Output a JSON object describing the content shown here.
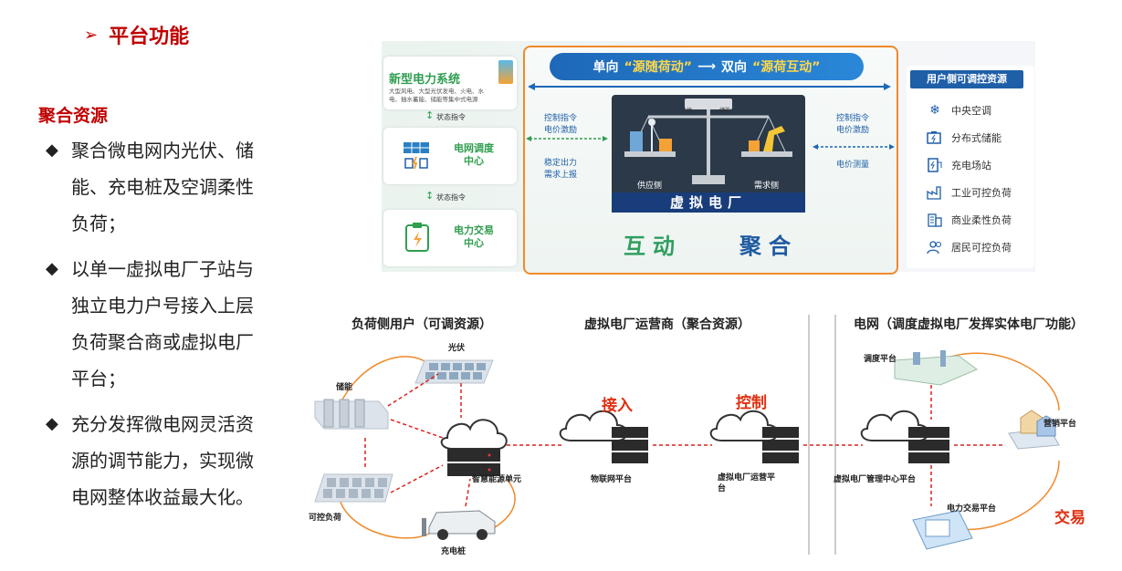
{
  "heading": {
    "arrow": "➢",
    "title": "平台功能"
  },
  "left": {
    "section_title": "聚合资源",
    "bullets": [
      {
        "marker": "◆",
        "lines": [
          "聚合微电网内光伏、储",
          "能、充电桩及空调柔性",
          "负荷；"
        ]
      },
      {
        "marker": "◆",
        "lines": [
          "以单一虚拟电厂子站与",
          "独立电力户号接入上层",
          "负荷聚合商或虚拟电厂",
          "平台；"
        ]
      },
      {
        "marker": "◆",
        "lines": [
          "充分发挥微电网灵活资",
          "源的调节能力，实现微",
          "电网整体收益最大化。"
        ]
      }
    ]
  },
  "top_figure": {
    "banner": {
      "part1": "单向",
      "q1": "“源随荷动”",
      "arrow": "⟶",
      "part2": "双向",
      "q2": "“源荷互动”"
    },
    "new_power_system": {
      "title": "新型电力系统",
      "desc1": "大型风电、大型光伏发电、火电、水",
      "desc2": "电、抽水蓄能、储能等集中式电源"
    },
    "status1": "状态指令",
    "status2": "状态指令",
    "dispatch_center": {
      "line1": "电网调度",
      "line2": "中心"
    },
    "trading_center": {
      "line1": "电力交易",
      "line2": "中心"
    },
    "left_labels": {
      "l1": "控制指令",
      "l2": "电价激励",
      "l3": "稳定出力",
      "l4": "需求上报"
    },
    "right_labels": {
      "r1": "控制指令",
      "r2": "电价激励",
      "r3": "电价测量"
    },
    "scale_tags": {
      "left": "光伏",
      "right": "储能"
    },
    "supply_side": "供应侧",
    "demand_side": "需求侧",
    "vpp": "虚拟电厂",
    "big_left": "互动",
    "big_right": "聚合",
    "right_panel": {
      "title": "用户侧可调控资源",
      "items": [
        {
          "icon": "snowflake",
          "label": "中央空调"
        },
        {
          "icon": "battery",
          "label": "分布式储能"
        },
        {
          "icon": "charger",
          "label": "充电场站"
        },
        {
          "icon": "factory",
          "label": "工业可控负荷"
        },
        {
          "icon": "building",
          "label": "商业柔性负荷"
        },
        {
          "icon": "people",
          "label": "居民可控负荷"
        }
      ]
    }
  },
  "bottom_figure": {
    "col1": "负荷侧用户（可调资源）",
    "col2": "虚拟电厂运营商（聚合资源）",
    "col3": "电网（调度虚拟电厂发挥实体电厂功能）",
    "pv": "光伏",
    "storage": "储能",
    "controllable_load": "可控负荷",
    "charging_pile": "充电桩",
    "smart_unit": "智慧能源单元",
    "iot_platform": "物联网平台",
    "operator_platform_l1": "虚拟电厂运营平",
    "operator_platform_l2": "台",
    "mgmt_center": "虚拟电厂管理中心平台",
    "dispatch_platform": "调度平台",
    "marketing_platform": "营销平台",
    "trading_platform": "电力交易平台",
    "access": "接入",
    "control": "控制",
    "trade": "交易"
  }
}
